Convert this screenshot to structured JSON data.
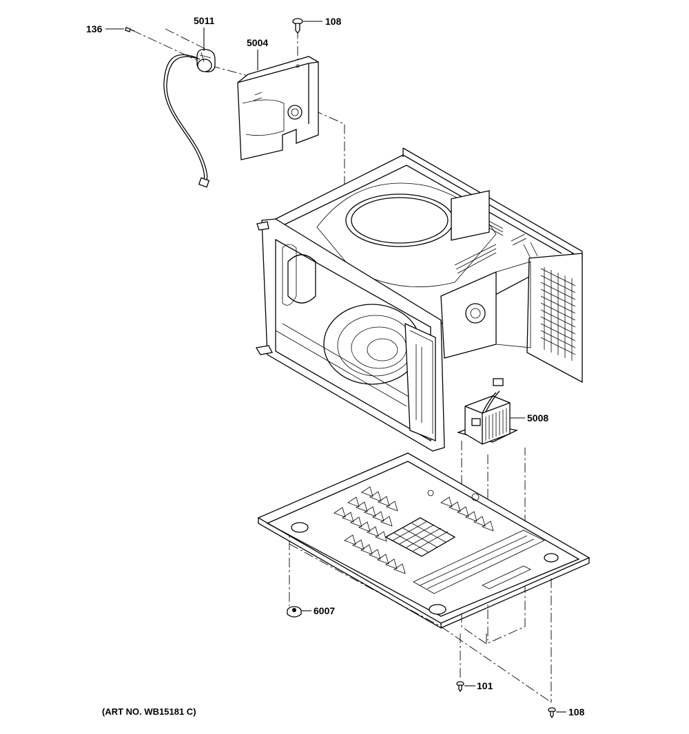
{
  "parts": {
    "p136": "136",
    "p5011": "5011",
    "p108_top": "108",
    "p5004": "5004",
    "p5008": "5008",
    "p6007": "6007",
    "p101": "101",
    "p108_bottom": "108"
  },
  "caption": "(ART NO. WB15181 C)"
}
